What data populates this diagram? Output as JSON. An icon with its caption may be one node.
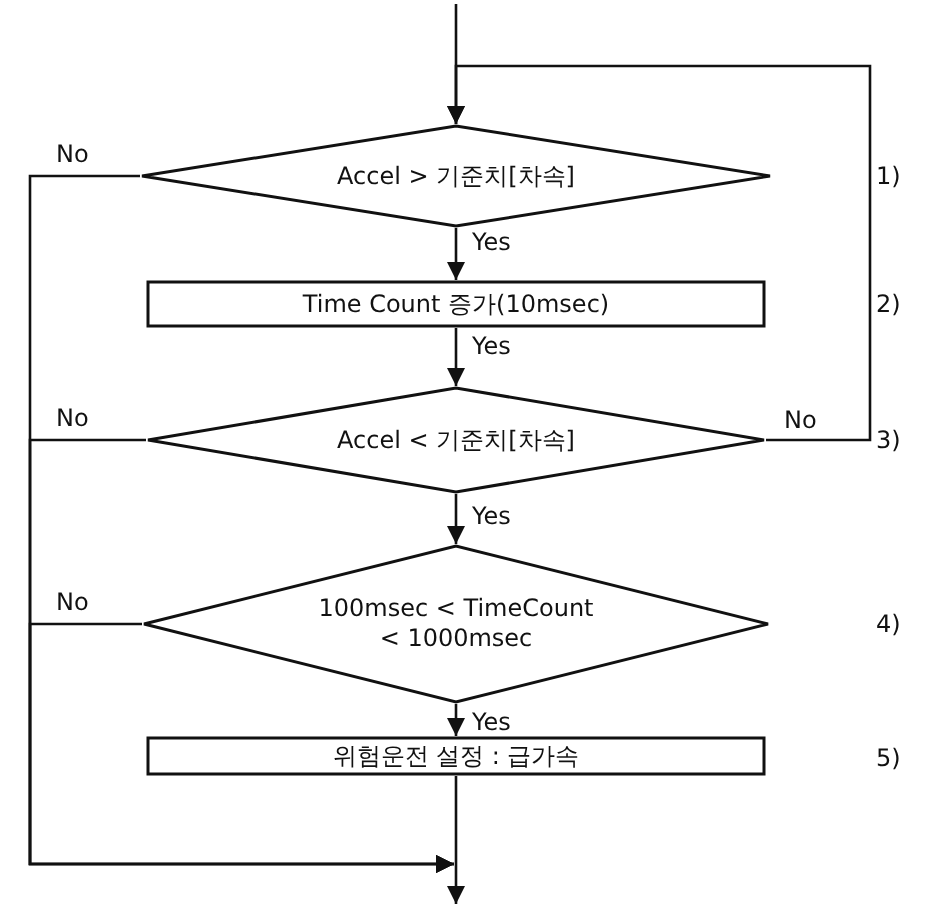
{
  "diagram": {
    "nodes": [
      {
        "text": [
          "Accel > 기준치[차속]"
        ]
      },
      {
        "text": [
          "Time Count 증가(10msec)"
        ]
      },
      {
        "text": [
          "Accel < 기준치[차속]"
        ]
      },
      {
        "text": [
          "100msec < TimeCount < 1000msec"
        ]
      },
      {
        "text": [
          "위험운전 설정 : 급가속"
        ]
      }
    ],
    "edges": [
      {
        "from": null,
        "to": 0,
        "arrow": "to"
      },
      {
        "from": 0,
        "to": 1,
        "arrow": "to",
        "label": "Yes"
      },
      {
        "from": 1,
        "to": 2,
        "arrow": "to",
        "label": "Yes"
      },
      {
        "from": 2,
        "to": 0,
        "arrow": "to",
        "label": "No"
      },
      {
        "from": 2,
        "to": 3,
        "arrow": "to",
        "label": "Yes"
      },
      {
        "from": 3,
        "to": 4,
        "arrow": "to",
        "label": "Yes"
      },
      {
        "from": 0,
        "to": null,
        "arrow": "to",
        "label": "No"
      },
      {
        "from": 2,
        "to": null,
        "arrow": "to",
        "label": "No"
      },
      {
        "from": 3,
        "to": null,
        "arrow": "to",
        "label": "No"
      },
      {
        "from": 4,
        "to": null,
        "arrow": "to"
      }
    ],
    "labels": [
      "1)",
      "2)",
      "3)",
      "4)",
      "5)"
    ]
  }
}
